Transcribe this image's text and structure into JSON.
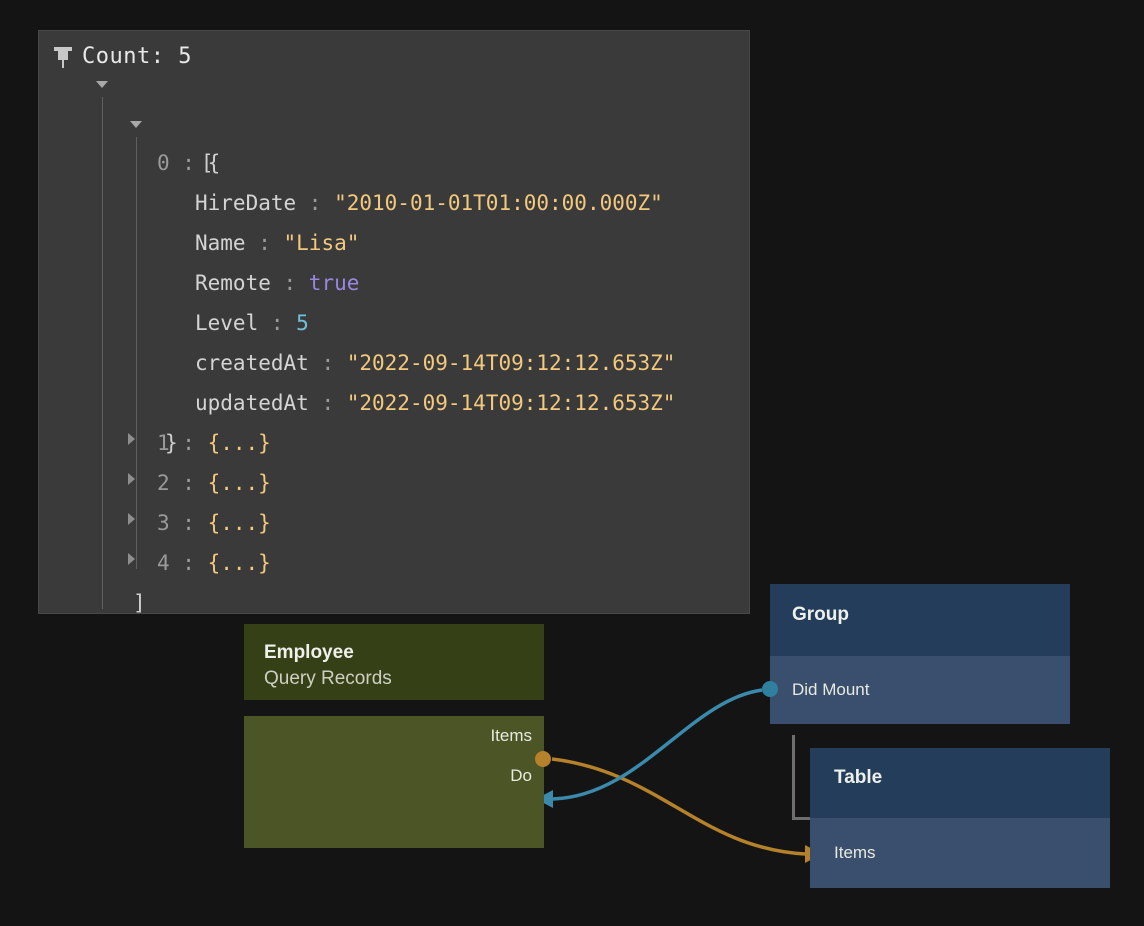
{
  "colors": {
    "page_background": "#141414",
    "panel_background": "#3a3a3a",
    "string_value": "#f2c97d",
    "boolean_value": "#9a86e0",
    "number_value": "#72c0d8",
    "green_node_header": "#364016",
    "green_node_body": "#4b5526",
    "blue_node_header": "#233d5b",
    "blue_node_body": "#3a4f6e",
    "wire_items": "#b5812a",
    "wire_do": "#3b8aab"
  },
  "inspector": {
    "pin_icon": "pin-icon",
    "title": "Count: 5",
    "tree": {
      "open_bracket": "[",
      "close_bracket": "]",
      "entries": [
        {
          "index": "0",
          "colon": ":",
          "open": "{",
          "close": "}",
          "expanded": true,
          "fields": [
            {
              "key": "HireDate",
              "colon": ":",
              "value": "\"2010-01-01T01:00:00.000Z\"",
              "type": "string"
            },
            {
              "key": "Name",
              "colon": ":",
              "value": "\"Lisa\"",
              "type": "string"
            },
            {
              "key": "Remote",
              "colon": ":",
              "value": "true",
              "type": "boolean"
            },
            {
              "key": "Level",
              "colon": ":",
              "value": "5",
              "type": "number"
            },
            {
              "key": "createdAt",
              "colon": ":",
              "value": "\"2022-09-14T09:12:12.653Z\"",
              "type": "string"
            },
            {
              "key": "updatedAt",
              "colon": ":",
              "value": "\"2022-09-14T09:12:12.653Z\"",
              "type": "string"
            }
          ]
        },
        {
          "index": "1",
          "colon": ":",
          "collapsed_value": "{...}",
          "expanded": false
        },
        {
          "index": "2",
          "colon": ":",
          "collapsed_value": "{...}",
          "expanded": false
        },
        {
          "index": "3",
          "colon": ":",
          "collapsed_value": "{...}",
          "expanded": false
        },
        {
          "index": "4",
          "colon": ":",
          "collapsed_value": "{...}",
          "expanded": false
        }
      ]
    }
  },
  "graph": {
    "nodes": [
      {
        "id": "employee",
        "title": "Employee",
        "subtitle": "Query Records",
        "ports": [
          {
            "label": "Items",
            "direction": "output",
            "color": "#b5812a"
          },
          {
            "label": "Do",
            "direction": "input",
            "color": "#3b8aab"
          }
        ]
      },
      {
        "id": "group",
        "title": "Group",
        "ports": [
          {
            "label": "Did Mount",
            "direction": "output",
            "color": "#3b8aab"
          }
        ]
      },
      {
        "id": "table",
        "title": "Table",
        "ports": [
          {
            "label": "Items",
            "direction": "input",
            "color": "#b5812a"
          }
        ]
      }
    ],
    "connections": [
      {
        "from": "employee.Items",
        "to": "table.Items",
        "color": "#b5812a"
      },
      {
        "from": "group.Did Mount",
        "to": "employee.Do",
        "color": "#3b8aab"
      }
    ]
  }
}
